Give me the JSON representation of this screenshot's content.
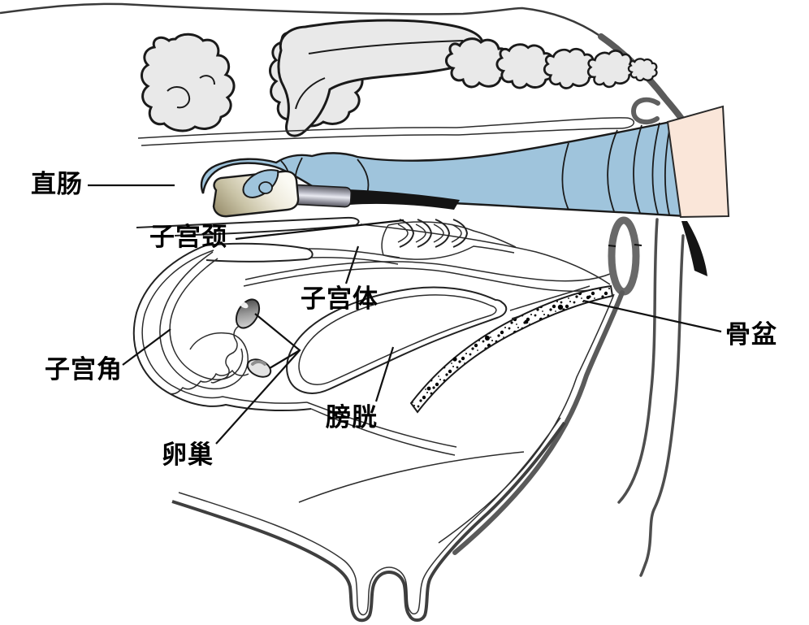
{
  "labels": {
    "rectum": "直肠",
    "cervix": "子宫颈",
    "uterine_body": "子宫体",
    "uterine_horn": "子宫角",
    "ovary": "卵巢",
    "bladder": "膀胱",
    "pelvis": "骨盆"
  },
  "colors": {
    "background": "#ffffff",
    "outline": "#1a1a1a",
    "body_line": "#5a5a5a",
    "bone_fill": "#e9e9e9",
    "glove_blue": "#9fc4dc",
    "sleeve_pink": "#fae6d9",
    "probe_tan": "#998f6e",
    "probe_light": "#fbfaf4",
    "cable_black": "#141414",
    "ring_gray": "#696969"
  }
}
